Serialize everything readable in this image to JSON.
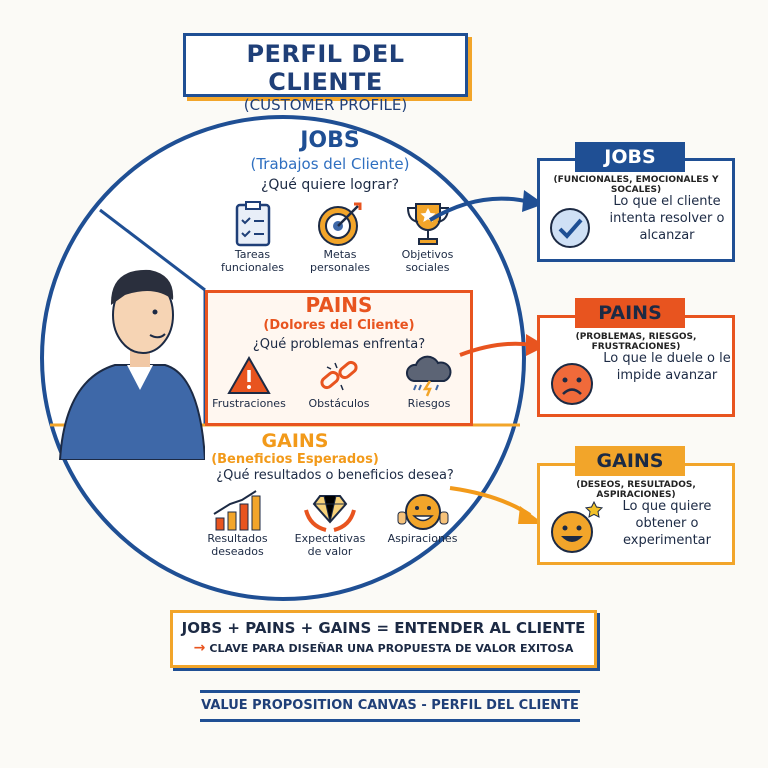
{
  "header": {
    "title": "PERFIL DEL CLIENTE",
    "subtitle": "(CUSTOMER PROFILE)"
  },
  "jobs": {
    "title": "JOBS",
    "subtitle": "(Trabajos del Cliente)",
    "question": "¿Qué quiere lograr?",
    "items": [
      {
        "label": "Tareas funcionales",
        "icon": "clipboard-icon"
      },
      {
        "label": "Metas personales",
        "icon": "target-icon"
      },
      {
        "label": "Objetivos sociales",
        "icon": "trophy-icon"
      }
    ]
  },
  "pains": {
    "title": "PAINS",
    "subtitle": "(Dolores del Cliente)",
    "question": "¿Qué problemas enfrenta?",
    "items": [
      {
        "label": "Frustraciones",
        "icon": "warning-icon"
      },
      {
        "label": "Obstáculos",
        "icon": "broken-chain-icon"
      },
      {
        "label": "Riesgos",
        "icon": "storm-cloud-icon"
      }
    ]
  },
  "gains": {
    "title": "GAINS",
    "subtitle": "(Beneficios Esperados)",
    "question": "¿Qué resultados o beneficios desea?",
    "items": [
      {
        "label": "Resultados deseados",
        "icon": "growth-chart-icon"
      },
      {
        "label": "Expectativas de valor",
        "icon": "diamond-hands-icon"
      },
      {
        "label": "Aspiraciones",
        "icon": "happy-face-icon"
      }
    ]
  },
  "cards": [
    {
      "title": "JOBS",
      "categories": "(FUNCIONALES, EMOCIONALES Y SOCALES)",
      "text": "Lo que el cliente intenta resolver o alcanzar",
      "color": "#1f4f94"
    },
    {
      "title": "PAINS",
      "categories": "(PROBLEMAS, RIESGOS, FRUSTRACIONES)",
      "text": "Lo que le duele o le impide avanzar",
      "color": "#e8541f"
    },
    {
      "title": "GAINS",
      "categories": "(DESEOS, RESULTADOS, ASPIRACIONES)",
      "text": "Lo que quiere obtener o experimentar",
      "color": "#f2a52a"
    }
  ],
  "summary": {
    "equation": "JOBS + PAINS + GAINS = ENTENDER AL CLIENTE",
    "key": "CLAVE PARA DISEÑAR UNA PROPUESTA DE VALOR EXITOSA"
  },
  "footer": "VALUE PROPOSITION CANVAS - PERFIL DEL CLIENTE"
}
